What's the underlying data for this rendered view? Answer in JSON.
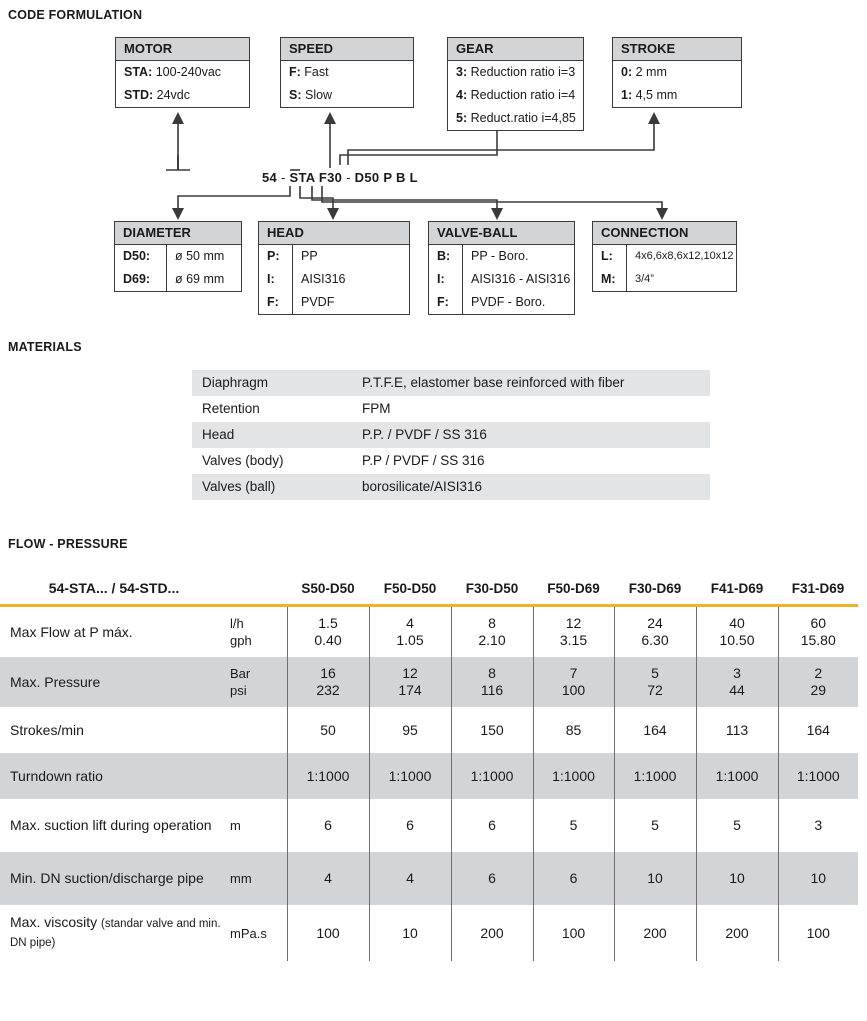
{
  "sections": {
    "code_formulation": "CODE FORMULATION",
    "materials": "MATERIALS",
    "flow_pressure": "FLOW - PRESSURE"
  },
  "code_string": {
    "full": "54 - STA F30 - D50 P B L",
    "prefix": "54",
    "dash1": "-",
    "motor": "STA",
    "speed_gear_stroke": "F30",
    "dash2": "-",
    "diameter": "D50",
    "head": "P",
    "valve_ball": "B",
    "connection": "L"
  },
  "boxes_top": [
    {
      "title": "MOTOR",
      "style": "inline",
      "rows": [
        {
          "k": "STA:",
          "v": "100-240vac"
        },
        {
          "k": "STD:",
          "v": "24vdc"
        }
      ]
    },
    {
      "title": "SPEED",
      "style": "inline",
      "rows": [
        {
          "k": "F:",
          "v": "Fast"
        },
        {
          "k": "S:",
          "v": "Slow"
        }
      ]
    },
    {
      "title": "GEAR",
      "style": "inline",
      "rows": [
        {
          "k": "3:",
          "v": "Reduction ratio i=3"
        },
        {
          "k": "4:",
          "v": "Reduction ratio i=4"
        },
        {
          "k": "5:",
          "v": "Reduct.ratio i=4,85"
        }
      ]
    },
    {
      "title": "STROKE",
      "style": "inline",
      "rows": [
        {
          "k": "0:",
          "v": "2 mm"
        },
        {
          "k": "1:",
          "v": "4,5 mm"
        }
      ]
    }
  ],
  "boxes_bottom": [
    {
      "title": "DIAMETER",
      "style": "split",
      "rows": [
        {
          "k": "D50:",
          "v": "ø 50 mm"
        },
        {
          "k": "D69:",
          "v": "ø 69 mm"
        }
      ]
    },
    {
      "title": "HEAD",
      "style": "split",
      "rows": [
        {
          "k": "P:",
          "v": "PP"
        },
        {
          "k": "I:",
          "v": "AISI316"
        },
        {
          "k": "F:",
          "v": "PVDF"
        }
      ]
    },
    {
      "title": "VALVE-BALL",
      "style": "split",
      "rows": [
        {
          "k": "B:",
          "v": "PP - Boro."
        },
        {
          "k": "I:",
          "v": "AISI316 - AISI316"
        },
        {
          "k": "F:",
          "v": "PVDF - Boro."
        }
      ]
    },
    {
      "title": "CONNECTION",
      "style": "split-small",
      "rows": [
        {
          "k": "L:",
          "v": "4x6,6x8,6x12,10x12"
        },
        {
          "k": "M:",
          "v": "3/4”"
        }
      ]
    }
  ],
  "materials_table": {
    "rows": [
      {
        "name": "Diaphragm",
        "value": "P.T.F.E, elastomer base reinforced with fiber"
      },
      {
        "name": "Retention",
        "value": "FPM"
      },
      {
        "name": "Head",
        "value": "P.P. / PVDF / SS 316"
      },
      {
        "name": "Valves (body)",
        "value": "P.P / PVDF / SS 316"
      },
      {
        "name": "Valves (ball)",
        "value": "borosilicate/AISI316"
      }
    ]
  },
  "chart_data": {
    "type": "table",
    "title": "FLOW - PRESSURE",
    "row_header": "54-STA... / 54-STD...",
    "categories": [
      "S50-D50",
      "F50-D50",
      "F30-D50",
      "F50-D69",
      "F30-D69",
      "F41-D69",
      "F31-D69"
    ],
    "series": [
      {
        "name": "Max Flow at P máx.",
        "unit": "l/h",
        "values": [
          "1.5",
          "4",
          "8",
          "12",
          "24",
          "40",
          "60"
        ]
      },
      {
        "name": "Max Flow at P máx.",
        "unit": "gph",
        "values": [
          "0.40",
          "1.05",
          "2.10",
          "3.15",
          "6.30",
          "10.50",
          "15.80"
        ]
      },
      {
        "name": "Max. Pressure",
        "unit": "Bar",
        "values": [
          "16",
          "12",
          "8",
          "7",
          "5",
          "3",
          "2"
        ]
      },
      {
        "name": "Max. Pressure",
        "unit": "psi",
        "values": [
          "232",
          "174",
          "116",
          "100",
          "72",
          "44",
          "29"
        ]
      },
      {
        "name": "Strokes/min",
        "unit": "",
        "values": [
          "50",
          "95",
          "150",
          "85",
          "164",
          "113",
          "164"
        ]
      },
      {
        "name": "Turndown ratio",
        "unit": "",
        "values": [
          "1:1000",
          "1:1000",
          "1:1000",
          "1:1000",
          "1:1000",
          "1:1000",
          "1:1000"
        ]
      },
      {
        "name": "Max. suction lift during operation",
        "unit": "m",
        "values": [
          "6",
          "6",
          "6",
          "5",
          "5",
          "5",
          "3"
        ]
      },
      {
        "name": "Min. DN suction/discharge pipe",
        "unit": "mm",
        "values": [
          "4",
          "4",
          "6",
          "6",
          "10",
          "10",
          "10"
        ]
      },
      {
        "name": "Max. viscosity (standar valve and min. DN pipe)",
        "unit": "mPa.s",
        "values": [
          "100",
          "10",
          "200",
          "100",
          "200",
          "200",
          "100"
        ]
      }
    ]
  },
  "flow_table": {
    "header_left": "54-STA... / 54-STD...",
    "columns": [
      "S50-D50",
      "F50-D50",
      "F30-D50",
      "F50-D69",
      "F30-D69",
      "F41-D69",
      "F31-D69"
    ],
    "rows": [
      {
        "label": "Max Flow at P máx.",
        "label_small": "",
        "unit1": "l/h",
        "unit2": "gph",
        "values1": [
          "1.5",
          "4",
          "8",
          "12",
          "24",
          "40",
          "60"
        ],
        "values2": [
          "0.40",
          "1.05",
          "2.10",
          "3.15",
          "6.30",
          "10.50",
          "15.80"
        ],
        "shade": false
      },
      {
        "label": "Max. Pressure",
        "label_small": "",
        "unit1": "Bar",
        "unit2": "psi",
        "values1": [
          "16",
          "12",
          "8",
          "7",
          "5",
          "3",
          "2"
        ],
        "values2": [
          "232",
          "174",
          "116",
          "100",
          "72",
          "44",
          "29"
        ],
        "shade": true
      },
      {
        "label": "Strokes/min",
        "label_small": "",
        "unit1": "",
        "unit2": "",
        "values1": [
          "50",
          "95",
          "150",
          "85",
          "164",
          "113",
          "164"
        ],
        "values2": [],
        "shade": false
      },
      {
        "label": "Turndown ratio",
        "label_small": "",
        "unit1": "",
        "unit2": "",
        "values1": [
          "1:1000",
          "1:1000",
          "1:1000",
          "1:1000",
          "1:1000",
          "1:1000",
          "1:1000"
        ],
        "values2": [],
        "shade": true
      },
      {
        "label": "Max. suction lift during operation",
        "label_small": "",
        "unit1": "m",
        "unit2": "",
        "values1": [
          "6",
          "6",
          "6",
          "5",
          "5",
          "5",
          "3"
        ],
        "values2": [],
        "shade": false
      },
      {
        "label": "Min. DN suction/discharge pipe",
        "label_small": "",
        "unit1": "mm",
        "unit2": "",
        "values1": [
          "4",
          "4",
          "6",
          "6",
          "10",
          "10",
          "10"
        ],
        "values2": [],
        "shade": true
      },
      {
        "label": "Max. viscosity ",
        "label_small": "(standar valve and min. DN pipe)",
        "unit1": "mPa.s",
        "unit2": "",
        "values1": [
          "100",
          "10",
          "200",
          "100",
          "200",
          "200",
          "100"
        ],
        "values2": [],
        "shade": false
      }
    ]
  },
  "colors": {
    "box_header_gray": "#d2d4d6",
    "row_shade_gray": "#d2d5d7",
    "materials_shade": "#e2e4e5",
    "accent_rule": "#f0b323",
    "border": "#3a3a3a"
  }
}
